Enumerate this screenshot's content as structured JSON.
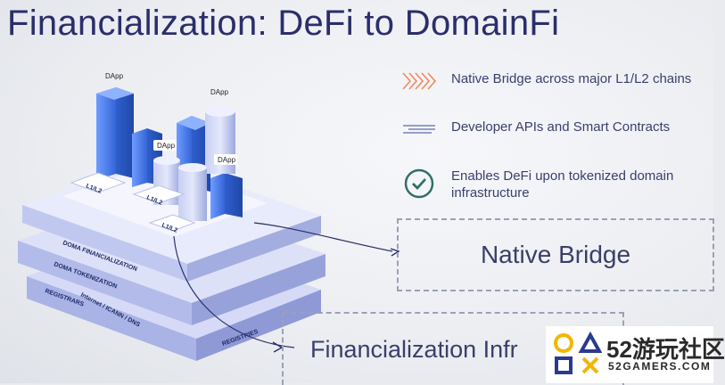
{
  "title": "Financialization: DeFi to DomainFi",
  "features": [
    {
      "icon": "chevrons-icon",
      "text": "Native Bridge across major L1/L2 chains"
    },
    {
      "icon": "lines-icon",
      "text": "Developer APIs and Smart Contracts"
    },
    {
      "icon": "checkmark-circle-icon",
      "text": "Enables DeFi upon tokenized domain infrastructure"
    }
  ],
  "boxes": {
    "native_bridge": "Native Bridge",
    "financialization": "Financialization Infr"
  },
  "illustration": {
    "dapp_labels": [
      "DApp",
      "DApp",
      "DApp",
      "DApp"
    ],
    "chain_labels": [
      "L1/L2",
      "L1/L2",
      "L1/L2"
    ],
    "layer_labels": [
      "DOMA FINANCIALIZATION",
      "DOMA TOKENIZATION",
      "REGISTRARS",
      "REGISTRIES",
      "Internet / ICANN / DNS"
    ]
  },
  "watermark": {
    "brand": "52游玩社区",
    "site": "52GAMERS.COM"
  },
  "colors": {
    "title": "#2b2e6a",
    "accent_orange": "#f08a5d",
    "check_teal": "#2f6f6a",
    "bar_blue": "#3e73e0",
    "platform_lavender": "#c9cef3"
  }
}
